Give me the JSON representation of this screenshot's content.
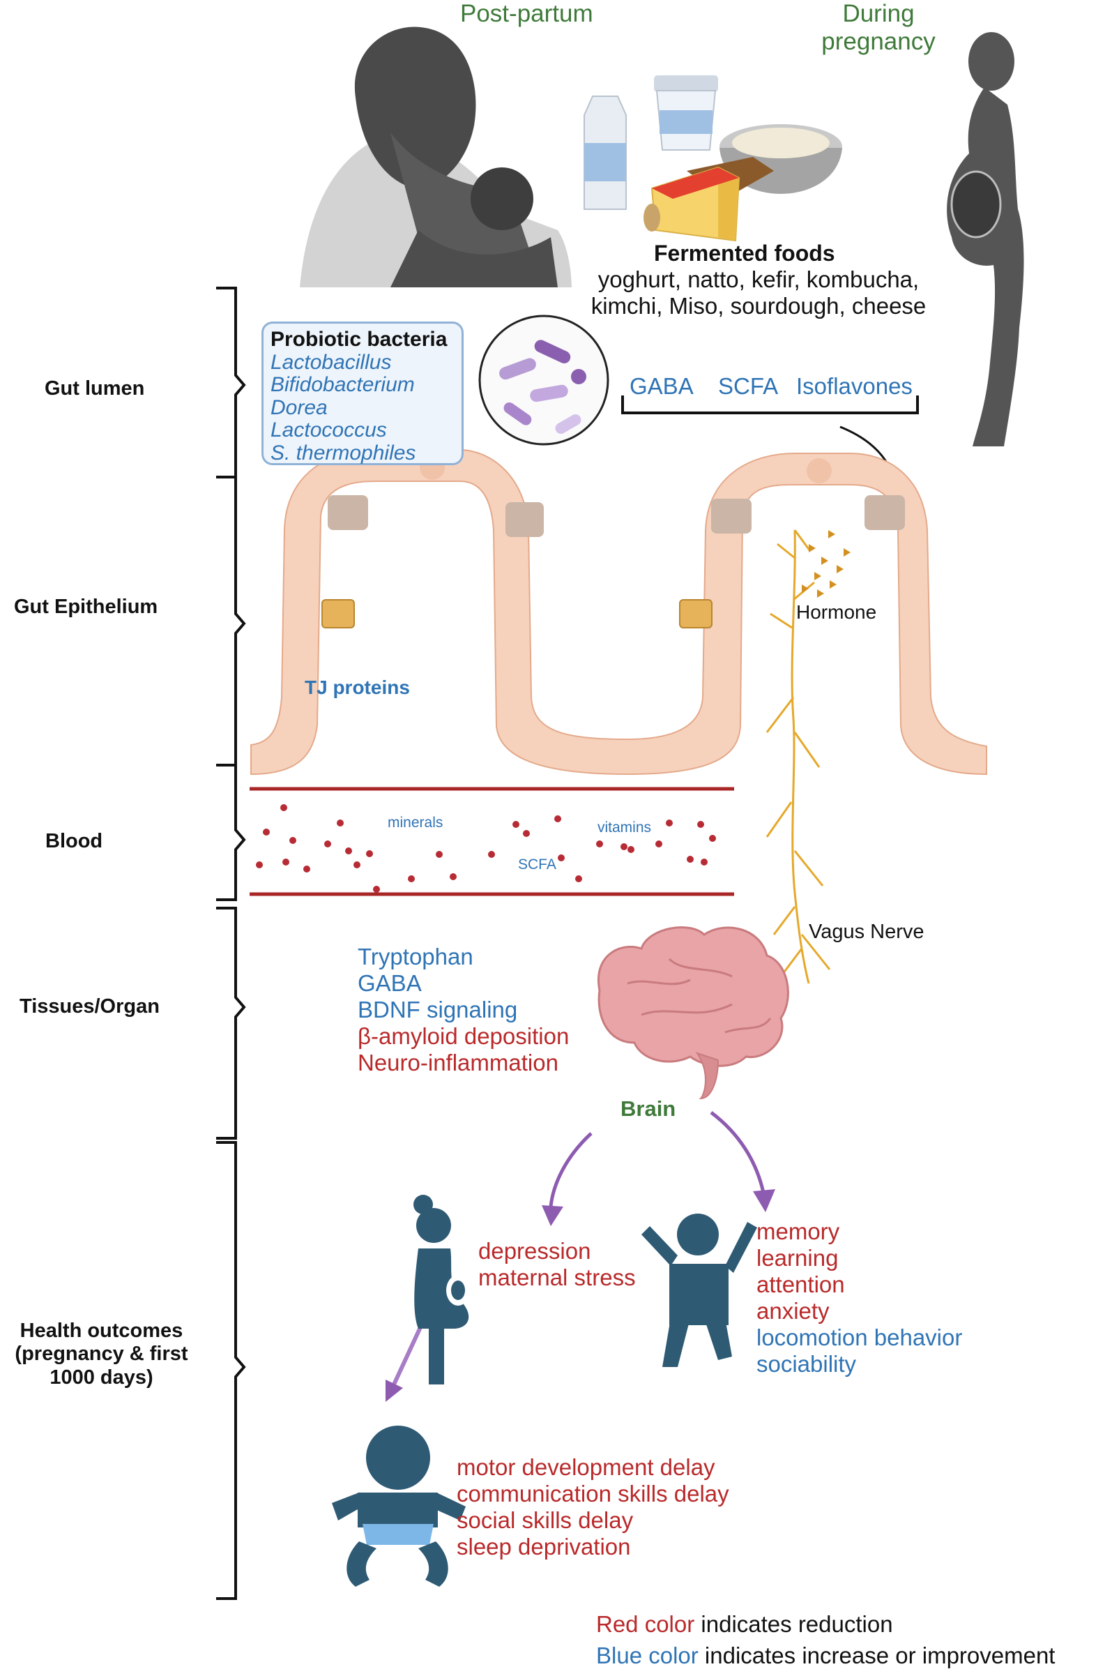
{
  "top": {
    "postpartum": "Post-partum",
    "pregnancy_line1": "During",
    "pregnancy_line2": "pregnancy",
    "foods_title": "Fermented foods",
    "foods_line1": "yoghurt, natto, kefir, kombucha,",
    "foods_line2": "kimchi, Miso, sourdough, cheese"
  },
  "levels": {
    "gut_lumen": "Gut lumen",
    "gut_epithelium": "Gut Epithelium",
    "blood": "Blood",
    "tissues": "Tissues/Organ",
    "health_line1": "Health outcomes",
    "health_line2": "(pregnancy & first",
    "health_line3": "1000 days)"
  },
  "probiotic": {
    "title": "Probiotic bacteria",
    "items": [
      "Lactobacillus",
      "Bifidobacterium",
      "Dorea",
      "Lactococcus",
      "S. thermophiles"
    ]
  },
  "metabolites": [
    "GABA",
    "SCFA",
    "Isoflavones"
  ],
  "epithelium": {
    "tj": "TJ proteins",
    "hormone": "Hormone"
  },
  "blood": {
    "minerals": "minerals",
    "vitamins": "vitamins",
    "scfa": "SCFA"
  },
  "nerve": "Vagus Nerve",
  "brain": {
    "label": "Brain",
    "increase": [
      "Tryptophan",
      "GABA",
      "BDNF signaling"
    ],
    "decrease": [
      "β-amyloid deposition",
      "Neuro-inflammation"
    ]
  },
  "maternal": [
    "depression",
    "maternal stress"
  ],
  "child": {
    "reduced": [
      "memory",
      "learning",
      "attention",
      "anxiety"
    ],
    "increased": [
      "locomotion behavior",
      "sociability"
    ]
  },
  "infant": [
    "motor development delay",
    "communication skills delay",
    "social skills delay",
    "sleep deprivation"
  ],
  "legend": {
    "red_word": "Red color",
    "red_rest": " indicates reduction",
    "blue_word": "Blue color",
    "blue_rest": " indicates increase or improvement"
  },
  "colors": {
    "red": "#b9292a",
    "blue": "#2f74b5",
    "green": "#3f7a3a",
    "purple": "#8d5bb0",
    "figure": "#2e5a74",
    "tissue": "#f6d2bd",
    "nerve": "#e5a82a"
  }
}
